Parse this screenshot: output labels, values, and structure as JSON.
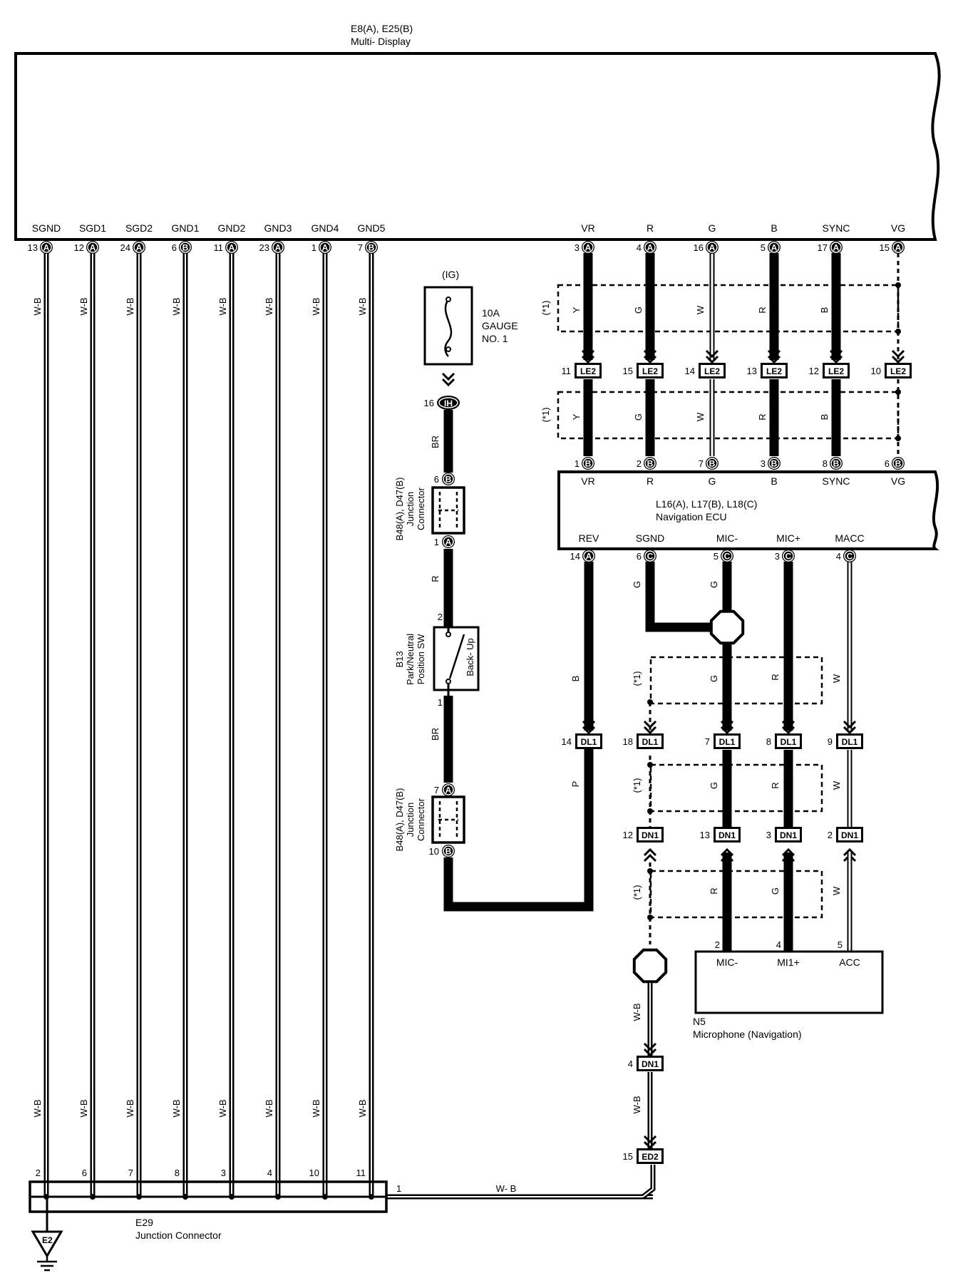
{
  "multi_display": {
    "title": "E8(A), E25(B)",
    "subtitle": "Multi- Display"
  },
  "left_pins": [
    {
      "name": "SGND",
      "pin": "13",
      "conn": "A",
      "wire": "W-B",
      "jpin": "2"
    },
    {
      "name": "SGD1",
      "pin": "12",
      "conn": "A",
      "wire": "W-B",
      "jpin": "6"
    },
    {
      "name": "SGD2",
      "pin": "24",
      "conn": "A",
      "wire": "W-B",
      "jpin": "7"
    },
    {
      "name": "GND1",
      "pin": "6",
      "conn": "B",
      "wire": "W-B",
      "jpin": "8"
    },
    {
      "name": "GND2",
      "pin": "11",
      "conn": "A",
      "wire": "W-B",
      "jpin": "3"
    },
    {
      "name": "GND3",
      "pin": "23",
      "conn": "A",
      "wire": "W-B",
      "jpin": "4"
    },
    {
      "name": "GND4",
      "pin": "1",
      "conn": "A",
      "wire": "W-B",
      "jpin": "10"
    },
    {
      "name": "GND5",
      "pin": "7",
      "conn": "B",
      "wire": "W-B",
      "jpin": "11"
    }
  ],
  "right_pins": [
    {
      "name": "VR",
      "pin": "3",
      "conn": "A",
      "wire": "Y",
      "le2": "11",
      "bpin": "1",
      "bconn": "B"
    },
    {
      "name": "R",
      "pin": "4",
      "conn": "A",
      "wire": "G",
      "le2": "15",
      "bpin": "2",
      "bconn": "B"
    },
    {
      "name": "G",
      "pin": "16",
      "conn": "A",
      "wire": "W",
      "le2": "14",
      "bpin": "7",
      "bconn": "B"
    },
    {
      "name": "B",
      "pin": "5",
      "conn": "A",
      "wire": "R",
      "le2": "13",
      "bpin": "3",
      "bconn": "B"
    },
    {
      "name": "SYNC",
      "pin": "17",
      "conn": "A",
      "wire": "B",
      "le2": "12",
      "bpin": "8",
      "bconn": "B"
    },
    {
      "name": "VG",
      "pin": "15",
      "conn": "A",
      "wire": "",
      "le2": "10",
      "bpin": "6",
      "bconn": "B"
    }
  ],
  "le2_label": "LE2",
  "shield_note": "(*1)",
  "fuse": {
    "ig": "(IG)",
    "line1": "10A",
    "line2": "GAUGE",
    "line3": "NO. 1",
    "pin": "16",
    "conn": "IH"
  },
  "br_wire": "BR",
  "r_wire": "R",
  "jc_top": {
    "line1": "B48(A), D47(B)",
    "line2": "Junction",
    "line3": "Connector",
    "pin_top": "6",
    "conn_top": "B",
    "pin_bot": "1",
    "conn_bot": "A"
  },
  "jc_bot": {
    "line1": "B48(A), D47(B)",
    "line2": "Junction",
    "line3": "Connector",
    "pin_top": "7",
    "conn_top": "A",
    "pin_bot": "10",
    "conn_bot": "B"
  },
  "pnp_switch": {
    "line1": "B13",
    "line2": "Park/Neutral",
    "line3": "Position SW",
    "label": "Back- Up",
    "pin_top": "2",
    "pin_bot": "1"
  },
  "nav_ecu": {
    "title": "L16(A), L17(B), L18(C)",
    "subtitle": "Navigation ECU",
    "bottom_pins": [
      {
        "name": "REV",
        "pin": "14",
        "conn": "A"
      },
      {
        "name": "SGND",
        "pin": "6",
        "conn": "C"
      },
      {
        "name": "MIC-",
        "pin": "5",
        "conn": "C"
      },
      {
        "name": "MIC+",
        "pin": "3",
        "conn": "C"
      },
      {
        "name": "MACC",
        "pin": "4",
        "conn": "C"
      }
    ]
  },
  "wires": {
    "rev_b": "B",
    "rev_p": "P",
    "sgnd_g": "G",
    "mic_g": "G",
    "micp_r": "R",
    "macc_w": "W",
    "dn_r": "R",
    "dn_g": "G",
    "wb": "W-B"
  },
  "dl1": {
    "label": "DL1",
    "pins": [
      "14",
      "18",
      "7",
      "8",
      "9"
    ]
  },
  "dn1": {
    "label": "DN1",
    "pins": [
      "12",
      "13",
      "3",
      "2"
    ],
    "lower_pin": "4"
  },
  "ed2": {
    "label": "ED2",
    "pin": "15"
  },
  "microphone": {
    "title": "N5",
    "subtitle": "Microphone (Navigation)",
    "pins": [
      {
        "name": "MIC-",
        "pin": "2"
      },
      {
        "name": "MI1+",
        "pin": "4"
      },
      {
        "name": "ACC",
        "pin": "5"
      }
    ]
  },
  "junction_e29": {
    "title": "E29",
    "subtitle": "Junction Connector",
    "out_pin": "1",
    "wire": "W- B"
  },
  "ground": {
    "label": "E2"
  }
}
